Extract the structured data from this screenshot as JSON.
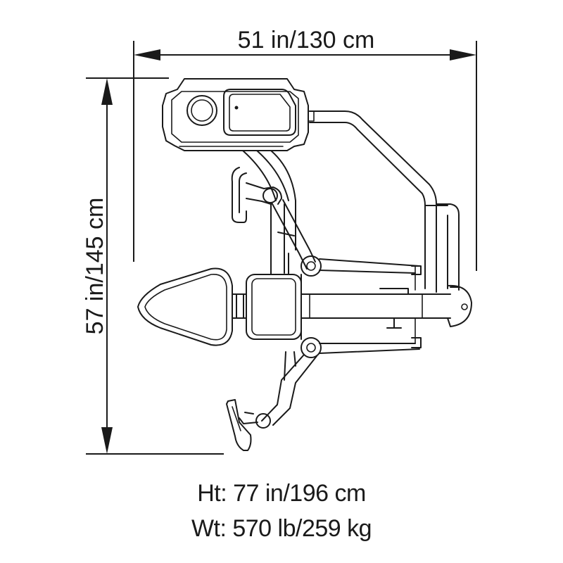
{
  "dimensions": {
    "width_label": "51 in/130 cm",
    "depth_label": "57 in/145 cm"
  },
  "specs": {
    "height": "Ht: 77 in/196 cm",
    "weight": "Wt: 570 lb/259 kg"
  }
}
